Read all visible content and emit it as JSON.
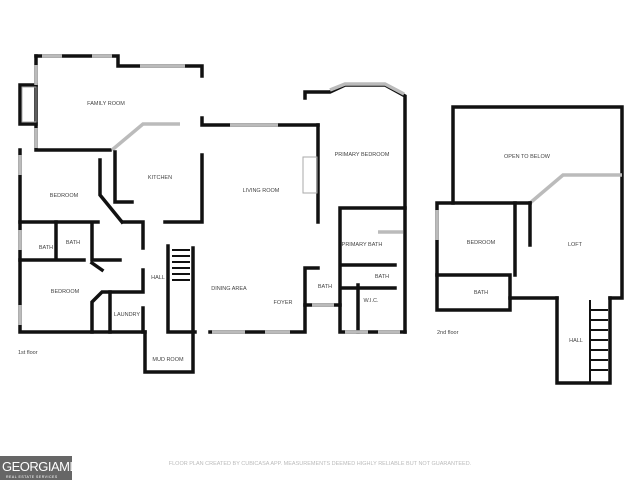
{
  "floors": [
    {
      "name": "1st floor",
      "rooms": [
        "FAMILY ROOM",
        "KITCHEN",
        "LIVING ROOM",
        "PRIMARY BEDROOM",
        "BEDROOM",
        "BATH",
        "BATH",
        "BEDROOM",
        "LAUNDRY",
        "HALL",
        "DINING AREA",
        "FOYER",
        "PRIMARY BATH",
        "BATH",
        "BATH",
        "W.I.C.",
        "MUD ROOM"
      ]
    },
    {
      "name": "2nd floor",
      "rooms": [
        "OPEN TO BELOW",
        "BEDROOM",
        "LOFT",
        "BATH",
        "HALL"
      ]
    }
  ],
  "disclaimer": "FLOOR PLAN CREATED BY CUBICASA APP. MEASUREMENTS DEEMED HIGHLY RELIABLE BUT NOT GUARANTEED.",
  "logo": {
    "main": "GEORGIAMLS",
    "sub": "REAL ESTATE SERVICES"
  }
}
